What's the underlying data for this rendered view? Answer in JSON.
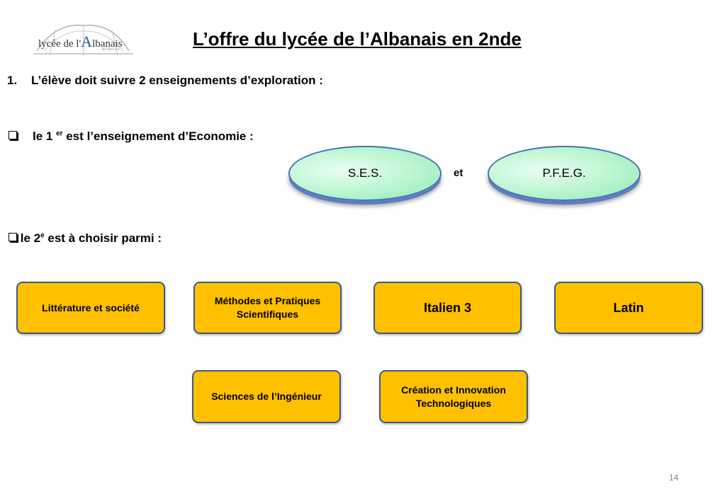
{
  "logo": {
    "text_pre": "lycée de l'",
    "text_big": "A",
    "text_post": "lbanais",
    "sub": "RUMILLY"
  },
  "title": "L’offre du lycée de l’Albanais en 2nde",
  "step1": {
    "number": "1.",
    "text": "L’élève doit suivre 2 enseignements d’exploration :"
  },
  "first": {
    "prefix": "le 1",
    "sup": "er",
    "suffix": " est l’enseignement d’Economie :"
  },
  "ovals": [
    "S.E.S.",
    "P.F.E.G."
  ],
  "connector": "et",
  "second": {
    "prefix": "le 2",
    "sup": "e",
    "suffix": " est à choisir parmi :"
  },
  "options": [
    "Littérature et société",
    "Méthodes et Pratiques Scientifiques",
    "Italien 3",
    "Latin",
    "Sciences de l’Ingénieur",
    "Création et Innovation Technologiques"
  ],
  "page_number": "14"
}
